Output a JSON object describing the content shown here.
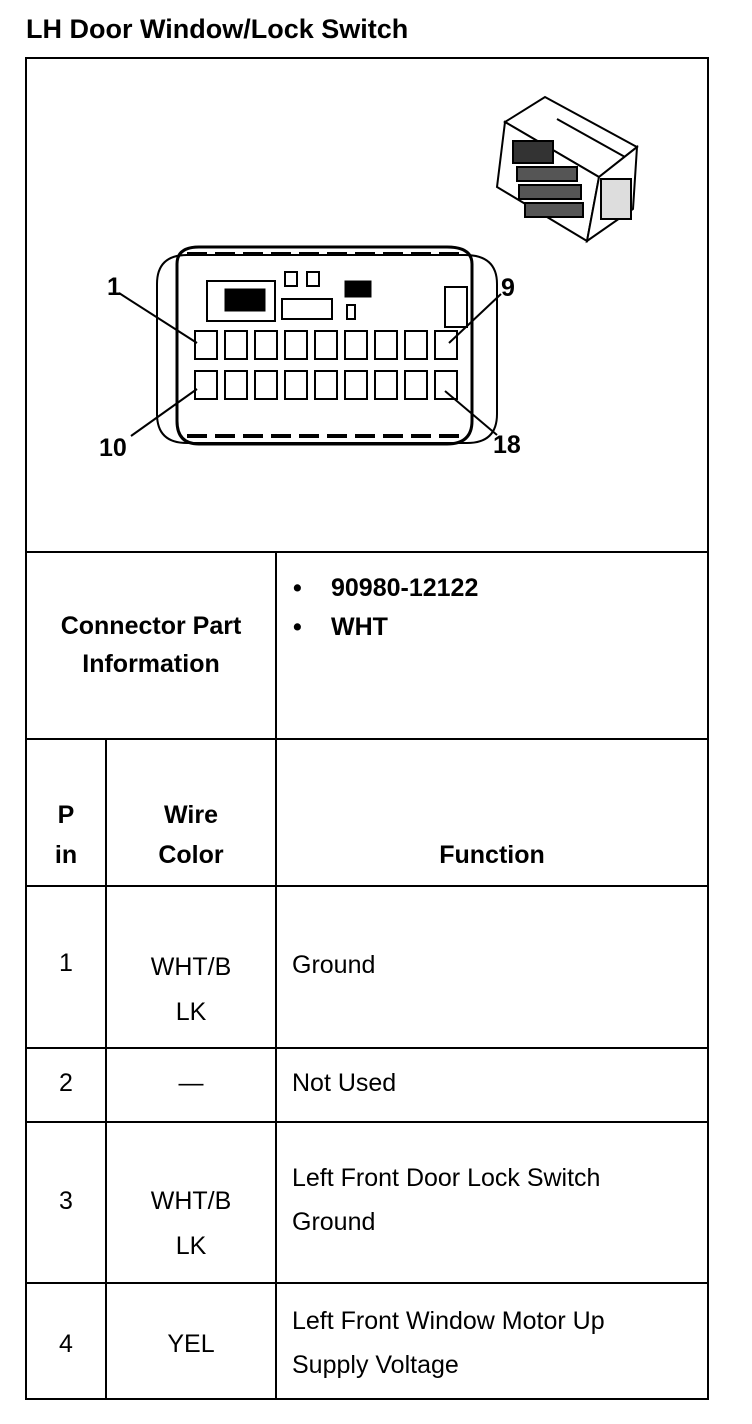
{
  "title": "LH Door Window/Lock Switch",
  "connector_diagram": {
    "pin_labels": [
      "1",
      "9",
      "10",
      "18"
    ]
  },
  "connector_info": {
    "label_line1": "Connector Part",
    "label_line2": "Information",
    "items": [
      "90980-12122",
      "WHT"
    ]
  },
  "table": {
    "headers": {
      "pin_line1": "P",
      "pin_line2": "in",
      "wire_line1": "Wire",
      "wire_line2": "Color",
      "function": "Function"
    },
    "rows": [
      {
        "pin": "1",
        "wire_line1": "WHT/B",
        "wire_line2": "LK",
        "func_line1": "Ground",
        "func_line2": ""
      },
      {
        "pin": "2",
        "wire_line1": "—",
        "wire_line2": "",
        "func_line1": "Not Used",
        "func_line2": ""
      },
      {
        "pin": "3",
        "wire_line1": "WHT/B",
        "wire_line2": "LK",
        "func_line1": "Left Front Door Lock Switch",
        "func_line2": "Ground"
      },
      {
        "pin": "4",
        "wire_line1": "YEL",
        "wire_line2": "",
        "func_line1": "Left Front Window Motor Up",
        "func_line2": "Supply Voltage"
      }
    ]
  }
}
